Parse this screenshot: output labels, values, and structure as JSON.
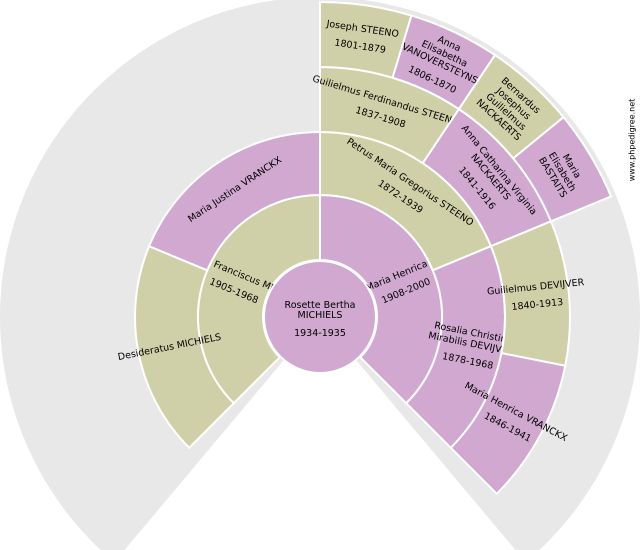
{
  "watermark": "www.phpedigree.net",
  "colors": {
    "background_fan": "#e8e8e8",
    "male": "#d0d0a8",
    "female": "#d0a8d0",
    "border": "#ffffff"
  },
  "root": {
    "name_line1": "Rosette Bertha",
    "name_line2": "MICHIELS",
    "dates": "1934-1935",
    "gender": "female"
  },
  "people": [
    {
      "id": "father",
      "name": "Isidorus Franciscus MICHIELS",
      "dates": "1905-1968",
      "gender": "male"
    },
    {
      "id": "mother",
      "name": "Joanna Maria Henrica STEENO",
      "dates": "1908-2000",
      "gender": "female"
    },
    {
      "id": "pat-grandfather",
      "name": "Desideratus MICHIELS",
      "dates": "",
      "gender": "male"
    },
    {
      "id": "pat-grandmother",
      "name": "Maria Justina VRANCKX",
      "dates": "",
      "gender": "female"
    },
    {
      "id": "mat-grandfather",
      "name": "Petrus Maria Gregorius STEENO",
      "dates": "1872-1939",
      "gender": "male"
    },
    {
      "id": "mat-grandmother",
      "name": "Rosalia Christina Mirabilis DEVIJVER",
      "dates": "1878-1968",
      "gender": "female"
    },
    {
      "id": "mm-ggf",
      "name": "Guilielmus Ferdinandus STEENO",
      "dates": "1837-1908",
      "gender": "male"
    },
    {
      "id": "mm-ggm",
      "name": "Anna Catharina Virginia NACKAERTS",
      "dates": "1841-1916",
      "gender": "female"
    },
    {
      "id": "mf-ggf",
      "name": "Guilielmus DEVIJVER",
      "dates": "1840-1913",
      "gender": "male"
    },
    {
      "id": "mf-ggm",
      "name": "Maria Henrica VRANCKX",
      "dates": "1846-1941",
      "gender": "female"
    },
    {
      "id": "g4-1",
      "name": "Joseph STEENO",
      "dates": "1801-1879",
      "gender": "male"
    },
    {
      "id": "g4-2",
      "name": "Anna Elisabetha VANOVERSTEYNS",
      "dates": "1806-1870",
      "gender": "female"
    },
    {
      "id": "g4-3",
      "name": "Bernardus Josephus Guilielmus NACKAERTS",
      "dates": "",
      "gender": "male"
    },
    {
      "id": "g4-4",
      "name": "Maria Elisabeth BASTAITS",
      "dates": "",
      "gender": "female"
    }
  ]
}
